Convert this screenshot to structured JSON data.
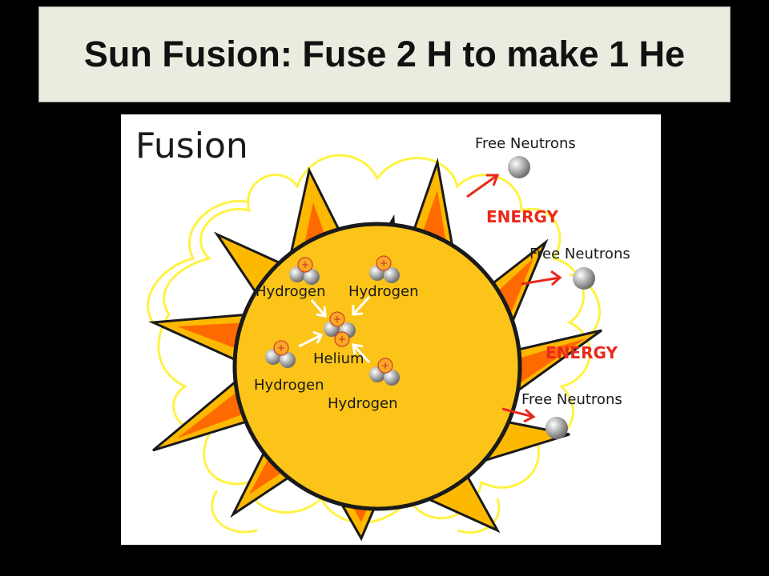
{
  "slide": {
    "title": "Sun Fusion: Fuse 2 H to make 1 He"
  },
  "diagram": {
    "heading": "Fusion",
    "labels": {
      "hydrogen_top_left": "Hydrogen",
      "hydrogen_top_right": "Hydrogen",
      "hydrogen_bottom_left": "Hydrogen",
      "hydrogen_bottom_right": "Hydrogen",
      "helium": "Helium",
      "free_neutrons_1": "Free Neutrons",
      "free_neutrons_2": "Free Neutrons",
      "free_neutrons_3": "Free Neutrons",
      "energy_1": "ENERGY",
      "energy_2": "ENERGY"
    },
    "colors": {
      "sun_core": "#fcc419",
      "sun_outline": "#1a1a1a",
      "ray_outer": "#fcb900",
      "ray_inner": "#ff6a00",
      "glow": "#fff23a",
      "energy_text": "#e8291c",
      "arrow_red": "#e8291c",
      "neutron": "#9a9a9a",
      "proton": "#f9a825"
    }
  }
}
